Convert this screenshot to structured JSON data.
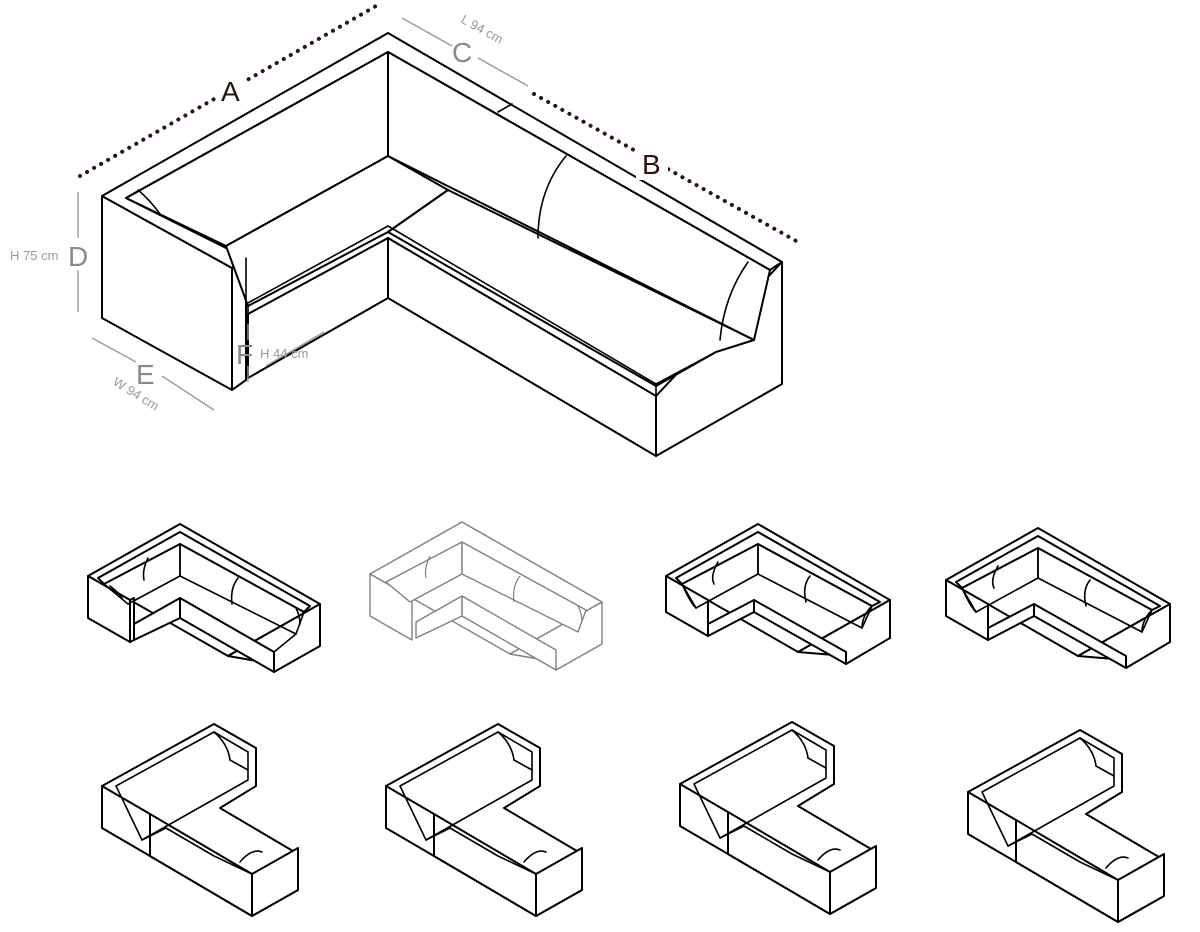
{
  "labels": {
    "a": "A",
    "b": "B",
    "c": "C",
    "d": "D",
    "e": "E",
    "f": "F"
  },
  "dimensions": {
    "length": "L 94 cm",
    "height_total": "H 75 cm",
    "height_seat": "H 44 cm",
    "width": "W 94 cm"
  },
  "colors": {
    "line": "#000000",
    "dotted_guide": "#2a140c",
    "dimension_text": "#9a9a9a",
    "variant_outline_light": "#808080"
  }
}
